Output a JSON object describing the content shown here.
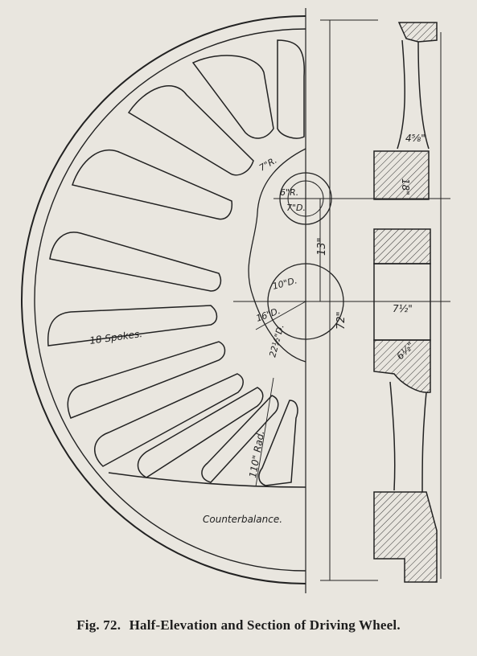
{
  "caption": {
    "fig_number": "Fig. 72.",
    "title": "Half-Elevation and Section of Driving Wheel."
  },
  "labels": {
    "spokes": "18 Spokes.",
    "counterbalance": "Counterbalance.",
    "rim_radius": "110\" Rad."
  },
  "dimensions": {
    "wheel_diameter": "72\"",
    "crank_throw": "13\"",
    "hub_outer": "22½\"D.",
    "hub_mid": "16\"D.",
    "hub_bore": "10\"D.",
    "pin_outer": "7\"R.",
    "pin_mid": "6\"R.",
    "pin_bore": "7\"D.",
    "hub_length": "7½\"",
    "hub_boss": "6½\"",
    "rim_width": "4⅝\"",
    "section_height": "18\""
  },
  "colors": {
    "paper": "#e9e6df",
    "ink": "#222222"
  }
}
